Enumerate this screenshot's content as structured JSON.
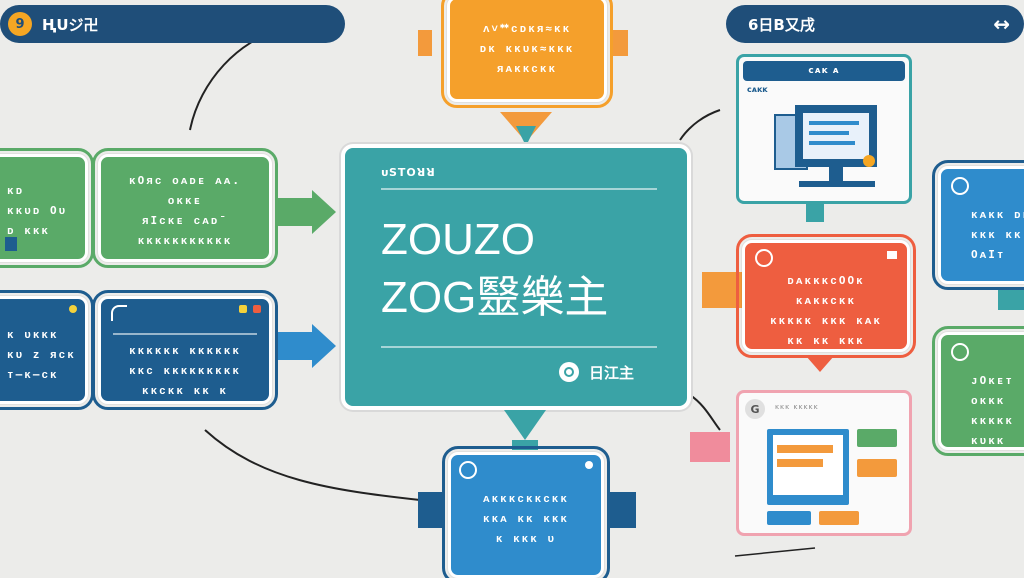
{
  "top_left_pill": {
    "badge": "9",
    "label": "ҢUジ卍"
  },
  "top_right_pill": {
    "label": "6日B又戌",
    "arrow": "↔"
  },
  "center_card": {
    "small_label": "ᴜSTOꓤꓤ",
    "title_line1": "ZOUZO",
    "title_line2": "ZOG毉樂主",
    "footer_text": "日江主"
  },
  "top_orange_card": {
    "lines": [
      "ᴧ˅ᕯᴄᴅᴋᴙ≈ᴋᴋ",
      "ᴅᴋ ᴋᴋᴜᴋ≈ᴋᴋᴋ",
      "ᴙᴀᴋᴋᴄᴋᴋ"
    ]
  },
  "left_green_card": {
    "lines": [
      "ᴋᴅ",
      "ᴋᴋᴜᴅ Oᴜ",
      "ᴅ ᴋᴋᴋ"
    ]
  },
  "mid_green_card": {
    "lines": [
      "ᴋOᴙᴄ ᴏᴀᴅᴇ ᴀᴀ.",
      "ᴏᴋᴋᴇ",
      "ᴙIᴄᴋᴇ ᴄᴀᴅˉ",
      "ᴋᴋᴋᴋᴋᴋᴋᴋᴋᴋᴋ"
    ]
  },
  "left_blue_card": {
    "lines": [
      "ᴋ ᴜᴋᴋᴋ",
      "ᴋᴜ ᴢ ᴙᴄᴋ",
      "ᴛ—ᴋ—ᴄᴋ"
    ]
  },
  "mid_blue_card": {
    "lines": [
      "ᴋᴋᴋᴋᴋᴋ ᴋᴋᴋᴋᴋᴋ",
      "ᴋᴋᴄ ᴋᴋᴋᴋᴋᴋᴋᴋᴋ",
      "ᴋᴋᴄᴋᴋ ᴋᴋ ᴋ"
    ]
  },
  "bottom_blue_card": {
    "lines": [
      "ᴀᴋᴋᴋᴄᴋᴋᴄᴋᴋ",
      "ᴋᴋᴀ ᴋᴋ ᴋᴋᴋ",
      "ᴋ ᴋᴋᴋ ᴜ"
    ]
  },
  "right_monitor_card": {
    "header": "ᴄᴀᴋ ᴀ",
    "label": "ᴄᴀᴋᴋ"
  },
  "right_red_card": {
    "lines": [
      "ᴅᴀᴋᴋᴋᴄOOᴋ",
      "ᴋᴀᴋᴋᴄᴋᴋ",
      "ᴋᴋᴋᴋᴋ ᴋᴋᴋ ᴋᴀᴋ",
      "ᴋᴋ ᴋᴋ ᴋᴋᴋ"
    ]
  },
  "right_pink_card": {
    "header": "ᴋᴋᴋ ᴋᴋᴋᴋᴋ",
    "letter": "G"
  },
  "far_right_blue_card": {
    "lines": [
      "ᴋᴀᴋᴋ ᴅᴋ",
      "ᴋᴋᴋ ᴋᴋ",
      "OᴀIᴛ"
    ]
  },
  "far_right_green_card": {
    "lines": [
      "ᴊOᴋᴇᴛ",
      "ᴏᴋᴋᴋ",
      "ᴋᴋᴋᴋᴋ",
      "ᴋᴜᴋᴋ"
    ]
  },
  "colors": {
    "navy": "#1f4e79",
    "green": "#5aaa68",
    "blue": "#1e5d8f",
    "light_blue": "#2f8ccc",
    "orange": "#f5a02b",
    "red": "#ee5e40",
    "teal": "#3aa3a6",
    "pink": "#f0a3b0"
  }
}
